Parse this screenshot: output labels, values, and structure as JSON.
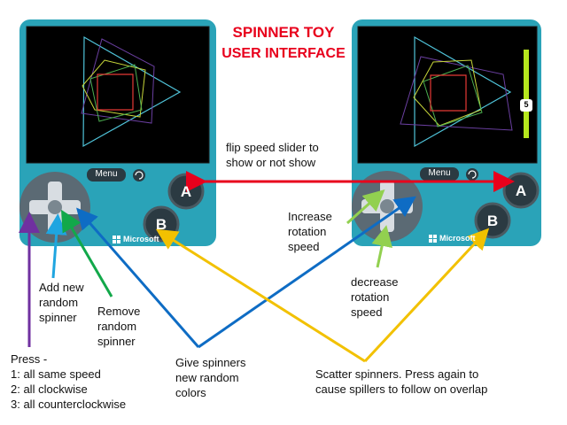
{
  "title": {
    "line1": "SPINNER TOY",
    "line2": "USER INTERFACE"
  },
  "device_left": {
    "menu_label": "Menu",
    "brand": "Microsoft",
    "button_a": "A",
    "button_b": "B"
  },
  "device_right": {
    "menu_label": "Menu",
    "brand": "Microsoft",
    "button_a": "A",
    "button_b": "B",
    "speed_slider_value": "5"
  },
  "annotations": {
    "flip_slider": "flip speed slider to\nshow or not show",
    "increase_speed": "Increase\nrotation\nspeed",
    "decrease_speed": "decrease\nrotation\nspeed",
    "add_spinner": "Add new\nrandom\nspinner",
    "remove_spinner": "Remove\nrandom\nspinner",
    "press_modes": "Press -\n1: all same speed\n2: all clockwise\n3: all counterclockwise",
    "new_colors": "Give spinners\nnew random\ncolors",
    "scatter": "Scatter spinners. Press again to\ncause spillers to follow on overlap"
  },
  "colors": {
    "device_body": "#2aa3b8",
    "screen": "#000000",
    "title_red": "#e8001c",
    "arrow_red": "#e8001c",
    "arrow_purple": "#7030a0",
    "arrow_cyan": "#1fa5e0",
    "arrow_green": "#12a84a",
    "arrow_blue": "#0e6cc4",
    "arrow_lightgreen": "#92d050",
    "arrow_yellow": "#f2c100"
  }
}
